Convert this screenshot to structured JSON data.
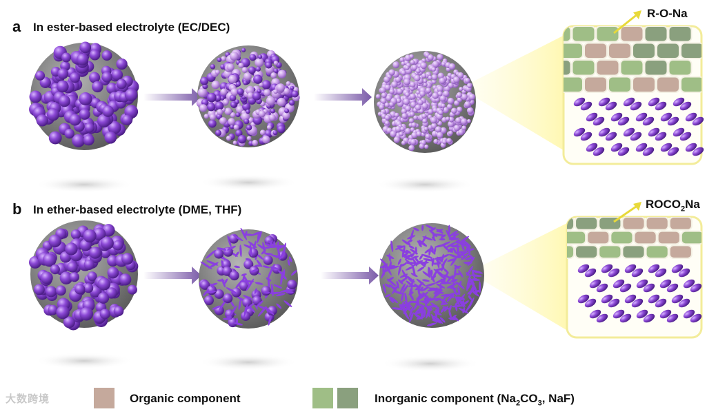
{
  "panel_a": {
    "letter": "a",
    "title": "In ester-based electrolyte (EC/DEC)",
    "product_label": "R-O-Na"
  },
  "panel_b": {
    "letter": "b",
    "title": "In ether-based electrolyte (DME, THF)",
    "product_label_main": "ROCO",
    "product_label_sub": "2",
    "product_label_end": "Na"
  },
  "legend": {
    "organic": "Organic component",
    "inorganic_main": "Inorganic component (Na",
    "inorganic_sub1": "2",
    "inorganic_mid": "CO",
    "inorganic_sub2": "3",
    "inorganic_end": ", NaF)"
  },
  "watermark": "大数跨境",
  "colors": {
    "organic": "#c5a99c",
    "inorganic_light": "#9fbe86",
    "inorganic_dark": "#8aa07e",
    "sodium_purple": "#7e3fc4",
    "core_gray": "#7a7a7a",
    "callout_yellow": "#f4ef8a"
  }
}
